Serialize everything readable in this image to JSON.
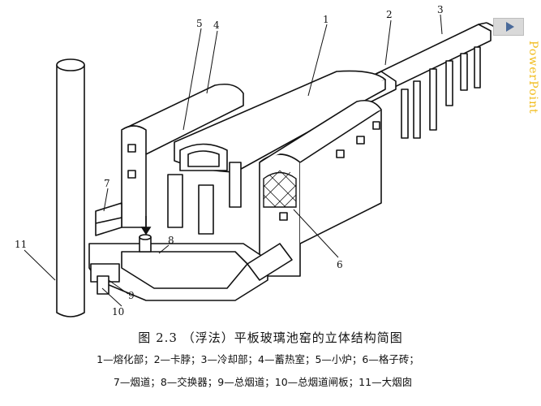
{
  "callouts": [
    "1",
    "2",
    "3",
    "4",
    "5",
    "6",
    "7",
    "8",
    "9",
    "10",
    "11"
  ],
  "caption": {
    "title": "图 2.3 （浮法）平板玻璃池窑的立体结构简图",
    "legend_line1": "1—熔化部；2—卡脖；3—冷却部；4—蓄热室；5—小炉；6—格子砖；",
    "legend_line2": "7—烟道；8—交换器；9—总烟道；10—总烟道闸板；11—大烟囱"
  },
  "controls": {
    "play_icon": "play-icon"
  },
  "decor": {
    "side_text": "PowerPoint",
    "side_color": "#f0b400"
  }
}
